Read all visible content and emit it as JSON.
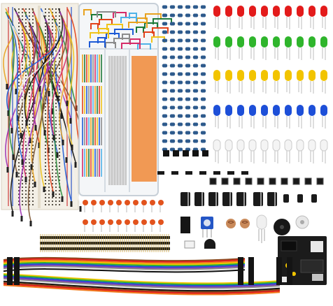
{
  "photo": {
    "subject": "electronics-starter-kit",
    "components": [
      {
        "name": "solderless-breadboard",
        "icon": "breadboard-icon"
      },
      {
        "name": "jumper-wire-bundle",
        "icon": "jumper-wire-icon"
      },
      {
        "name": "jumper-wire-storage-box",
        "icon": "storage-box-icon"
      },
      {
        "name": "resistors",
        "icon": "resistor-icon"
      },
      {
        "name": "leds-red",
        "icon": "led-icon",
        "color": "#e31b1b"
      },
      {
        "name": "leds-green",
        "icon": "led-icon",
        "color": "#2fb52c"
      },
      {
        "name": "leds-yellow",
        "icon": "led-icon",
        "color": "#f2c400"
      },
      {
        "name": "leds-blue",
        "icon": "led-icon",
        "color": "#1d4fd8"
      },
      {
        "name": "leds-white",
        "icon": "led-icon",
        "color": "#f4f4f4"
      },
      {
        "name": "ceramic-capacitors",
        "icon": "capacitor-icon",
        "color": "#e2531d"
      },
      {
        "name": "electrolytic-capacitors",
        "icon": "capacitor-icon",
        "color": "#1b1b1b"
      },
      {
        "name": "push-buttons",
        "icon": "button-icon"
      },
      {
        "name": "pin-headers",
        "icon": "pin-header-icon"
      },
      {
        "name": "potentiometer",
        "icon": "potentiometer-icon",
        "color": "#2456c6"
      },
      {
        "name": "photoresistors",
        "icon": "photoresistor-icon"
      },
      {
        "name": "rgb-led",
        "icon": "led-icon"
      },
      {
        "name": "buzzer",
        "icon": "buzzer-icon"
      },
      {
        "name": "power-supply-module",
        "icon": "power-module-icon"
      },
      {
        "name": "dupont-ribbon-cables",
        "icon": "ribbon-cable-icon"
      }
    ]
  }
}
